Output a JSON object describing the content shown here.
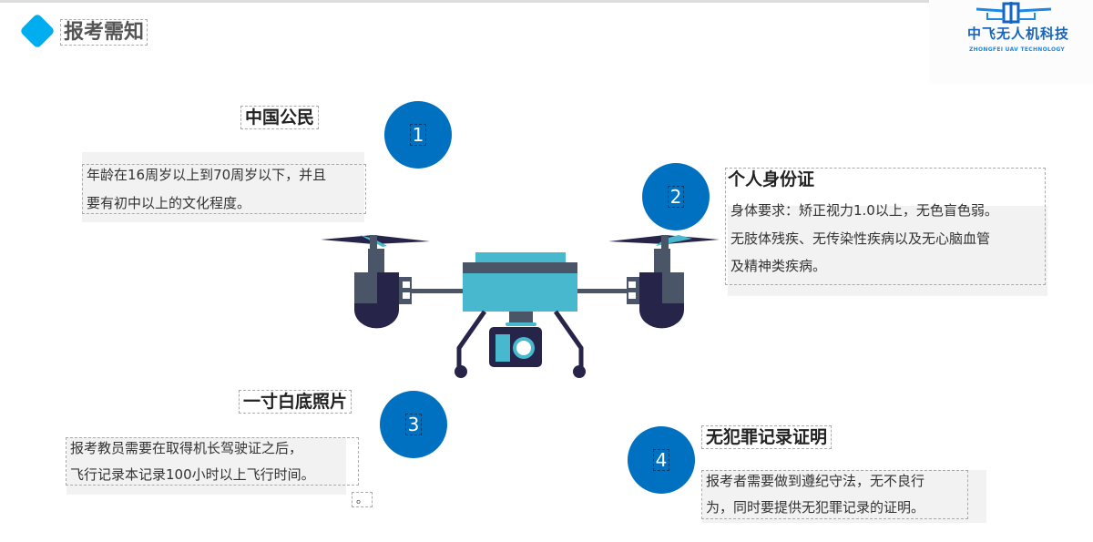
{
  "header": {
    "title": "报考需知"
  },
  "logo": {
    "cn": "中飞无人机科技",
    "en": "ZHONGFEI UAV TECHNOLOGY"
  },
  "items": [
    {
      "number": "1",
      "title": "中国公民",
      "lines": [
        "年龄在16周岁以上到70周岁以下，并且",
        "要有初中以上的文化程度。"
      ]
    },
    {
      "number": "2",
      "title": "个人身份证",
      "lines": [
        "身体要求：矫正视力1.0以上，无色盲色弱。",
        "无肢体残疾、无传染性疾病以及无心脑血管",
        "及精神类疾病。"
      ]
    },
    {
      "number": "3",
      "title": "一寸白底照片",
      "lines": [
        "报考教员需要在取得机长驾驶证之后，",
        "飞行记录本记录100小时以上飞行时间。"
      ],
      "extra": "。"
    },
    {
      "number": "4",
      "title": "无犯罪记录证明",
      "lines": [
        "报考者需要做到遵纪守法，无不良行",
        "为，同时要提供无犯罪记录的证明。"
      ]
    }
  ],
  "colors": {
    "accent": "#00aeef",
    "circle": "#0070c0",
    "drone_cyan": "#48b8cf",
    "drone_dark": "#27244a",
    "drone_slate": "#4a5568"
  }
}
